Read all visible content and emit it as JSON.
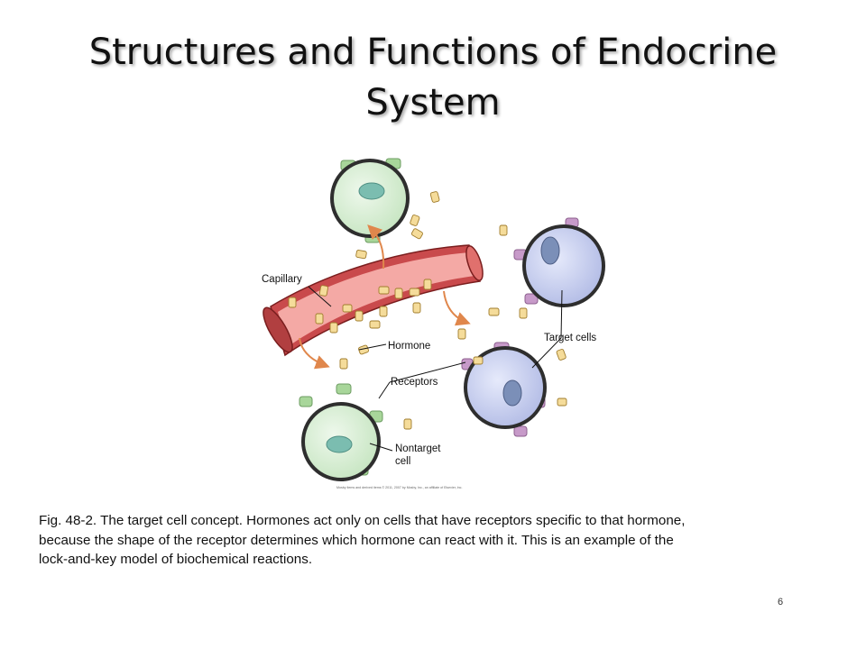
{
  "slide": {
    "title_lines": [
      "Structures and Functions of Endocrine",
      "System"
    ],
    "page_number": "6"
  },
  "figure": {
    "labels": {
      "capillary": "Capillary",
      "hormone": "Hormone",
      "target_cells": "Target cells",
      "receptors": "Receptors",
      "nontarget_line1": "Nontarget",
      "nontarget_line2": "cell"
    },
    "credit": "Mosby items and derived items © 2011, 2007 by Mosby, Inc., an affiliate of Elsevier, Inc.",
    "colors": {
      "vessel": "#c94a4c",
      "vessel_inner": "#f4a9a5",
      "nontarget_cell": "#d9eed6",
      "nontarget_nucleus": "#7bbdb0",
      "target_cell": "#c9d1f0",
      "target_nucleus": "#7b8fb8",
      "hormone": "#f5dc9a",
      "receptor_target": "#c79ac9",
      "receptor_nontarget": "#a8d69a",
      "arrow": "#e0874c"
    }
  },
  "caption_lines": [
    "Fig. 48-2. The target cell concept. Hormones act only on cells that have receptors specific to that hormone,",
    "because the shape of the receptor determines which hormone can react with it. This is an example of the",
    "lock-and-key model of biochemical reactions."
  ]
}
